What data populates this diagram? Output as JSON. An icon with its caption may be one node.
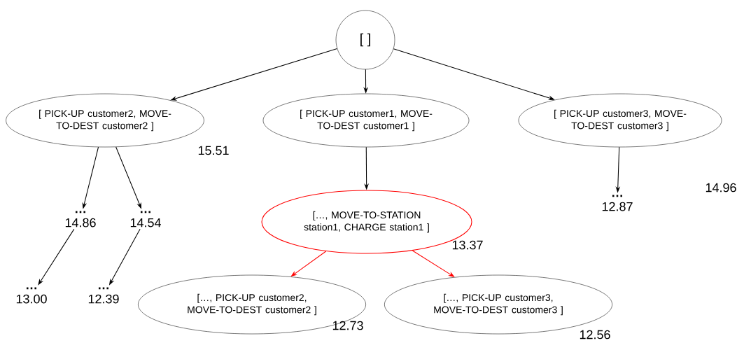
{
  "diagram": {
    "nodes": [
      {
        "text": [
          "[ ]"
        ]
      },
      {
        "text": [
          "[ PICK-UP customer2, MOVE-TO-DEST customer2 ]"
        ],
        "beside": [
          "15.51"
        ]
      },
      {
        "text": [
          "[ PICK-UP customer1, MOVE-TO-DEST customer1 ]"
        ]
      },
      {
        "text": [
          "[ PICK-UP customer3, MOVE-TO-DEST customer3 ]"
        ],
        "beside": [
          "14.96"
        ]
      },
      {
        "text": [
          "…",
          "14.86"
        ]
      },
      {
        "text": [
          "…",
          "14.54"
        ]
      },
      {
        "text": [
          "[…, MOVE-TO-STATION station1, CHARGE station1 ]"
        ],
        "beside": [
          "13.37"
        ]
      },
      {
        "text": [
          "…",
          "12.87"
        ]
      },
      {
        "text": [
          "…",
          "13.00"
        ]
      },
      {
        "text": [
          "…",
          "12.39"
        ]
      },
      {
        "text": [
          "[…, PICK-UP customer2, MOVE-TO-DEST customer2 ]"
        ],
        "beside": [
          "12.73"
        ]
      },
      {
        "text": [
          "[…, PICK-UP customer3, MOVE-TO-DEST customer3 ]"
        ],
        "beside": [
          "12.56"
        ]
      }
    ],
    "edges": [
      {
        "from": 0,
        "to": 1,
        "arrow": "to"
      },
      {
        "from": 0,
        "to": 2,
        "arrow": "to"
      },
      {
        "from": 0,
        "to": 3,
        "arrow": "to"
      },
      {
        "from": 1,
        "to": 4,
        "arrow": "to"
      },
      {
        "from": 1,
        "to": 5,
        "arrow": "to"
      },
      {
        "from": 2,
        "to": 6,
        "arrow": "to"
      },
      {
        "from": 3,
        "to": 7,
        "arrow": "to"
      },
      {
        "from": 4,
        "to": 8,
        "arrow": "to"
      },
      {
        "from": 5,
        "to": 9,
        "arrow": "to"
      },
      {
        "from": 6,
        "to": 10,
        "arrow": "to",
        "color": "#ff0000"
      },
      {
        "from": 6,
        "to": 11,
        "arrow": "to",
        "color": "#ff0000"
      }
    ]
  }
}
